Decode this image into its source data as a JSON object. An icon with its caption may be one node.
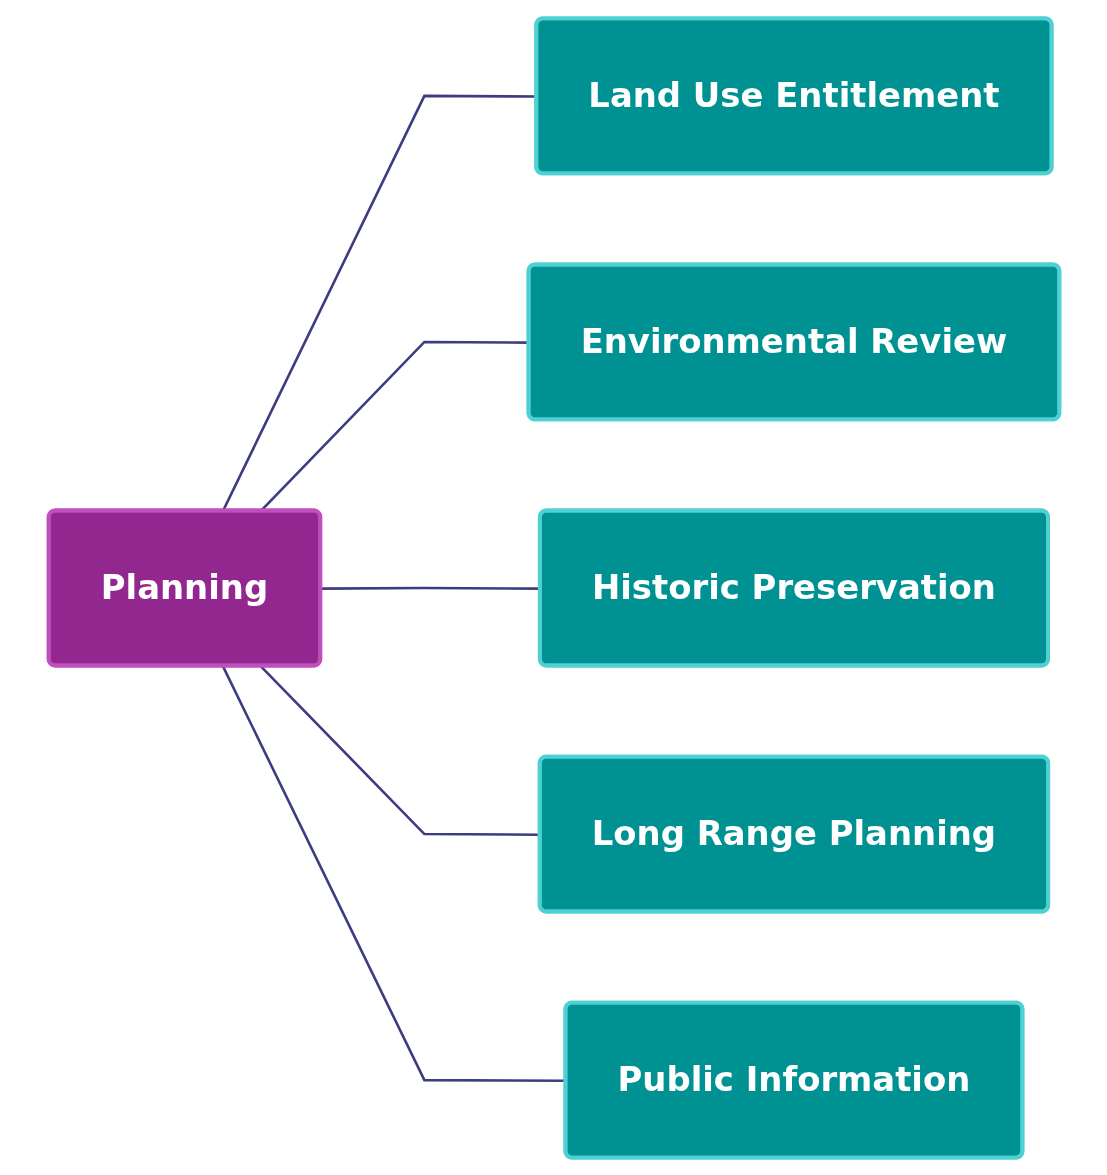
{
  "diagram": {
    "nodes": [
      {
        "text": [
          "Planning"
        ]
      },
      {
        "text": [
          "Land Use Entitlement"
        ]
      },
      {
        "text": [
          "Environmental Review"
        ]
      },
      {
        "text": [
          "Historic Preservation"
        ]
      },
      {
        "text": [
          "Long Range Planning"
        ]
      },
      {
        "text": [
          "Public Information"
        ]
      }
    ],
    "edges": [
      {
        "from": 0,
        "to": 1,
        "arrow": "none"
      },
      {
        "from": 0,
        "to": 2,
        "arrow": "none"
      },
      {
        "from": 0,
        "to": 3,
        "arrow": "none"
      },
      {
        "from": 0,
        "to": 4,
        "arrow": "none"
      },
      {
        "from": 0,
        "to": 5,
        "arrow": "none"
      }
    ]
  }
}
